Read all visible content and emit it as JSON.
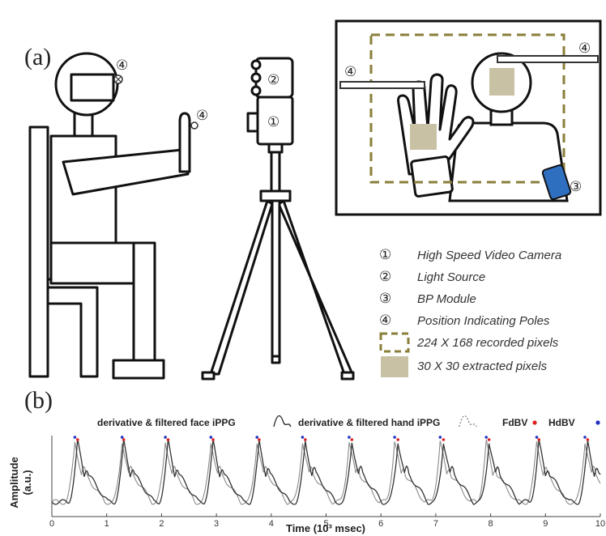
{
  "panel_a": {
    "label": "(a)",
    "markers": {
      "head_pole": "④",
      "hand_pole": "④",
      "camera": "①",
      "light": "②",
      "inset_left_pole": "④",
      "inset_right_pole": "④",
      "bp_module": "③"
    },
    "legend": [
      {
        "symbol": "①",
        "text": "High Speed Video Camera"
      },
      {
        "symbol": "②",
        "text": "Light Source"
      },
      {
        "symbol": "③",
        "text": "BP Module"
      },
      {
        "symbol": "④",
        "text": "Position Indicating Poles"
      },
      {
        "symbol": "dashed-box",
        "text": "224 X 168 recorded pixels"
      },
      {
        "symbol": "filled-box",
        "text": "30 X 30 extracted pixels"
      }
    ],
    "colors": {
      "roi_dashed": "#8a7f3a",
      "roi_fill": "#c9c1a4",
      "bp_module": "#2f6fc0"
    }
  },
  "panel_b": {
    "label": "(b)",
    "legend": {
      "face": "derivative & filtered face iPPG",
      "hand": "derivative & filtered hand iPPG",
      "fdbv": "FdBV",
      "hdbv": "HdBV"
    },
    "colors": {
      "face": "#333333",
      "hand": "#8a8a8a",
      "fdbv": "#e02020",
      "hdbv": "#2030c0"
    }
  },
  "chart_data": {
    "type": "line",
    "xlabel": "Time (10³ msec)",
    "ylabel": "Amplitude (a.u.)",
    "xlim": [
      0,
      10
    ],
    "xticks": [
      "0",
      "1",
      "2",
      "3",
      "4",
      "5",
      "6",
      "7",
      "8",
      "9",
      "10"
    ],
    "beats": {
      "face_peaks": [
        0.47,
        1.31,
        2.12,
        2.94,
        3.78,
        4.62,
        5.47,
        6.31,
        7.14,
        7.97,
        8.88,
        9.77
      ],
      "hand_peaks": [
        0.42,
        1.28,
        2.07,
        2.9,
        3.74,
        4.57,
        5.42,
        6.25,
        7.08,
        7.92,
        8.84,
        9.72
      ]
    },
    "series": [
      {
        "name": "derivative & filtered face iPPG"
      },
      {
        "name": "derivative & filtered hand iPPG"
      },
      {
        "name": "FdBV"
      },
      {
        "name": "HdBV"
      }
    ]
  }
}
